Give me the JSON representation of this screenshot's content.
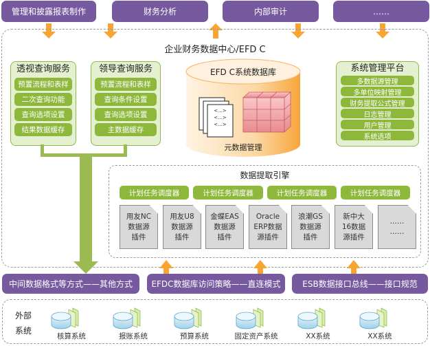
{
  "consumers": [
    {
      "label": "管理和披露报表制作",
      "flow": "down"
    },
    {
      "label": "财务分析",
      "flow": "down"
    },
    {
      "label": "内部审计",
      "flow": "down"
    },
    {
      "label": "……",
      "flow": "down"
    }
  ],
  "center": {
    "title": "企业财务数据中心/EFD C",
    "panels": [
      {
        "title": "透视查询服务",
        "items": [
          "预置流程和表样",
          "二次查询功能",
          "查询选项设置",
          "结果数据缓存"
        ]
      },
      {
        "title": "领导查询服务",
        "items": [
          "预置流程和表样",
          "查询条件设置",
          "查询选项设置",
          "主数据缓存"
        ]
      }
    ],
    "database": {
      "title": "EFD C系统数据库",
      "doc_lines": [
        "<...>",
        "<...>",
        "<...>"
      ],
      "caption": "元数据管理"
    },
    "platform": {
      "title": "系统管理平台",
      "items": [
        "多数据源管理",
        "多单位映射管理",
        "财务提取公式管理",
        "日志管理",
        "用户管理",
        "系统选项"
      ]
    },
    "engine": {
      "title": "数据提取引擎",
      "schedulers": [
        "计划任务调度器",
        "计划任务调度器",
        "计划任务调度器",
        "计划任务调度器"
      ],
      "plugins": [
        "用友NC\n数据源\n插件",
        "用友U8\n数据源\n插件",
        "金蝶EAS\n数据源\n插件",
        "Oracle\nERP数据\n源插件",
        "浪潮GS\n数据源\n插件",
        "新中大\n16数据\n源插件",
        "……\n……"
      ]
    }
  },
  "access": [
    "中间数据格式等方式——其他方式",
    "EFDC数据库访问策略——直连模式",
    "ESB数据接口总线——接口规范"
  ],
  "external": {
    "label_line1": "外部",
    "label_line2": "系统",
    "systems": [
      "核算系统",
      "报账系统",
      "预算系统",
      "固定资产系统",
      "XX系统",
      "XX系统"
    ]
  },
  "colors": {
    "purple": "#7759a0",
    "orange": "#f9a533",
    "green": "#8db83c",
    "panel_bg": "#e4f0cf"
  }
}
